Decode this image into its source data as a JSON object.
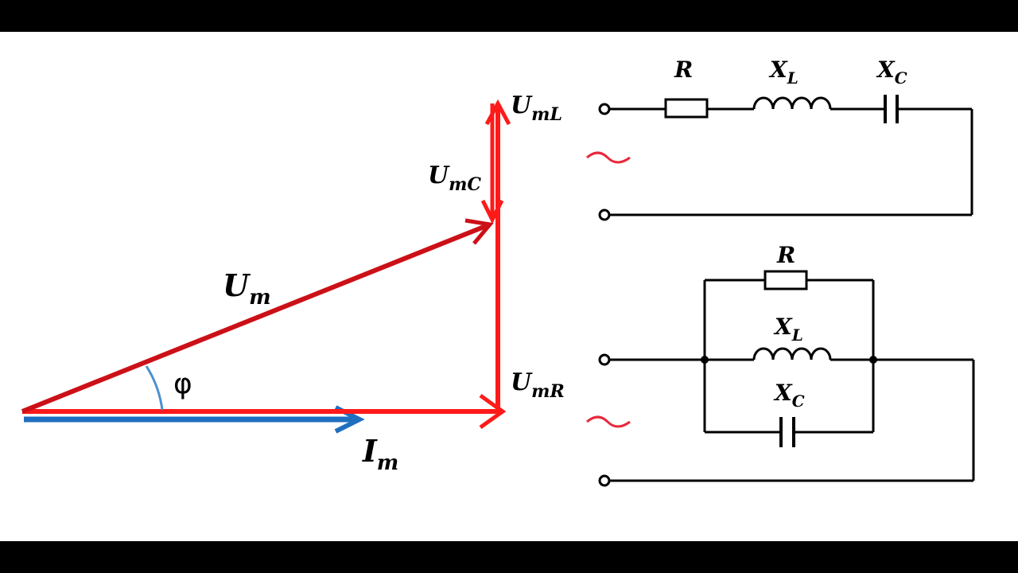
{
  "colors": {
    "background": "#ffffff",
    "letterbox": "#000000",
    "voltage_vector": "#cc1018",
    "component_vector": "#ff1a1a",
    "current_vector": "#1f6fbf",
    "angle_arc": "#4a90d0",
    "wire": "#000000",
    "source_tilde": "#e8283a"
  },
  "phasor": {
    "um": {
      "main": "U",
      "sub": "m"
    },
    "umL": {
      "main": "U",
      "sub": "mL"
    },
    "umC": {
      "main": "U",
      "sub": "mC"
    },
    "umR": {
      "main": "U",
      "sub": "mR"
    },
    "im": {
      "main": "I",
      "sub": "m"
    },
    "phi": "φ"
  },
  "series_circuit": {
    "r": "R",
    "xl": {
      "main": "X",
      "sub": "L"
    },
    "xc": {
      "main": "X",
      "sub": "C"
    },
    "source": "~"
  },
  "parallel_circuit": {
    "r": "R",
    "xl": {
      "main": "X",
      "sub": "L"
    },
    "xc": {
      "main": "X",
      "sub": "C"
    },
    "source": "~"
  }
}
